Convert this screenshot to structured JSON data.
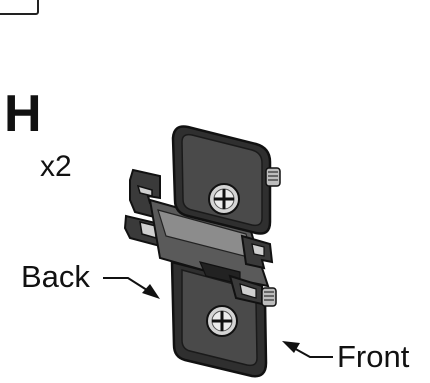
{
  "part": {
    "letter": "H",
    "quantity": "x2"
  },
  "callouts": {
    "back": "Back",
    "front": "Front"
  },
  "colors": {
    "ink": "#111111",
    "plate_dark": "#2a2a2a",
    "plate_mid": "#4a4a4a",
    "plate_light": "#8c8c8c",
    "screw": "#d4d4d4"
  }
}
